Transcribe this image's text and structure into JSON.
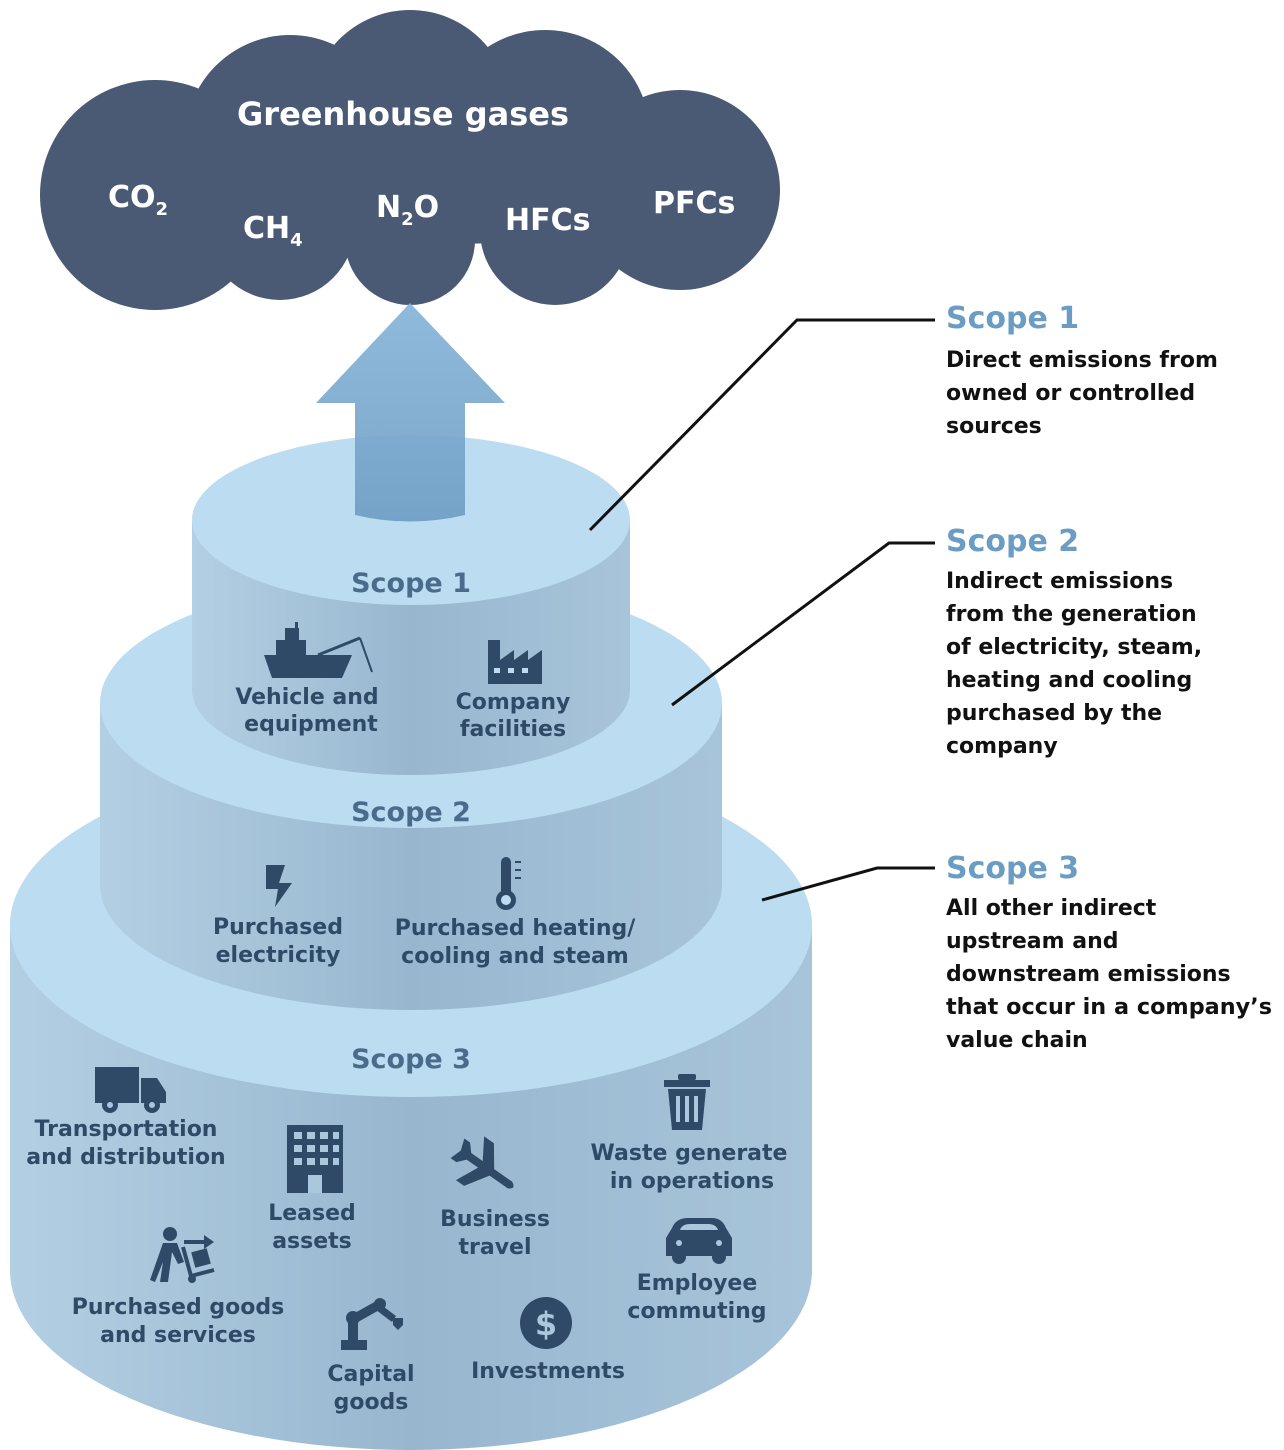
{
  "cloud": {
    "title": "Greenhouse gases",
    "gases": [
      {
        "base": "CO",
        "sub": "2"
      },
      {
        "base": "CH",
        "sub": "4"
      },
      {
        "base": "N",
        "sub": "2",
        "tail": "O"
      },
      {
        "base": "HFCs",
        "sub": ""
      },
      {
        "base": "PFCs",
        "sub": ""
      }
    ]
  },
  "colors": {
    "cloud": "#4a5a74",
    "top_face": "#bcdcf2",
    "side_light": "#a9c7dd",
    "side_dark": "#8eaec6",
    "icon": "#2f4a66",
    "scope_heading": "#6a9cc4",
    "arrow": "#7aaad0"
  },
  "cylinder": {
    "scope1": {
      "title": "Scope 1",
      "items": [
        {
          "icon": "ship-icon",
          "line1": "Vehicle and",
          "line2": "equipment"
        },
        {
          "icon": "factory-icon",
          "line1": "Company",
          "line2": "facilities"
        }
      ]
    },
    "scope2": {
      "title": "Scope 2",
      "items": [
        {
          "icon": "lightning-icon",
          "line1": "Purchased",
          "line2": "electricity"
        },
        {
          "icon": "thermometer-icon",
          "line1": "Purchased heating/",
          "line2": "cooling and steam"
        }
      ]
    },
    "scope3": {
      "title": "Scope 3",
      "items": [
        {
          "icon": "truck-icon",
          "line1": "Transportation",
          "line2": "and distribution"
        },
        {
          "icon": "building-icon",
          "line1": "Leased",
          "line2": "assets"
        },
        {
          "icon": "airplane-icon",
          "line1": "Business",
          "line2": "travel"
        },
        {
          "icon": "trash-icon",
          "line1": "Waste generate",
          "line2": "in operations"
        },
        {
          "icon": "hand-truck-icon",
          "line1": "Purchased goods",
          "line2": "and services"
        },
        {
          "icon": "robot-arm-icon",
          "line1": "Capital",
          "line2": "goods"
        },
        {
          "icon": "dollar-icon",
          "line1": "Investments",
          "line2": ""
        },
        {
          "icon": "car-icon",
          "line1": "Employee",
          "line2": "commuting"
        }
      ]
    }
  },
  "legend": [
    {
      "heading": "Scope 1",
      "lines": [
        "Direct emissions from",
        "owned or controlled",
        "sources"
      ]
    },
    {
      "heading": "Scope 2",
      "lines": [
        "Indirect emissions",
        "from the generation",
        "of electricity, steam,",
        "heating and cooling",
        "purchased by the",
        "company"
      ]
    },
    {
      "heading": "Scope 3",
      "lines": [
        "All other indirect",
        "upstream and",
        "downstream emissions",
        "that occur in a company’s",
        "value chain"
      ]
    }
  ]
}
